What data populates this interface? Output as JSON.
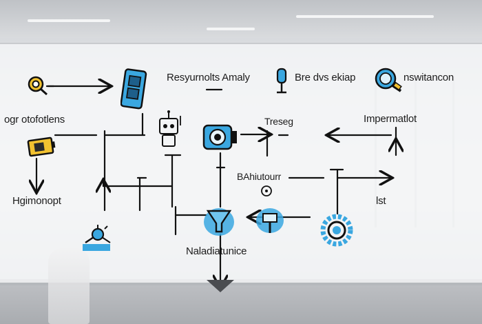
{
  "labels": {
    "resyurnolts": "Resyurnolts Amaly",
    "bre_dvs": "Bre dvs ekiap",
    "nswitancon": "nswitancon",
    "ogr": "ogr otofotlens",
    "treseg": "Treseg",
    "impermatlot": "Impermatlot",
    "bahiutourr": "BAhiutourr",
    "hgimonopt": "Hgimonopt",
    "lst": "lst",
    "naladiatunice": "Naladiatunice"
  },
  "colors": {
    "ink": "#111111",
    "accent_blue": "#3aa7e0",
    "accent_yellow": "#f2c230",
    "board": "#f5f6f7"
  },
  "icons": [
    "magnifier-icon",
    "tablet-icon",
    "microphone-icon",
    "magnifier-search-icon",
    "battery-icon",
    "robot-icon",
    "camera-icon",
    "filter-icon",
    "wrench-icon",
    "gear-icon",
    "network-node-icon"
  ]
}
